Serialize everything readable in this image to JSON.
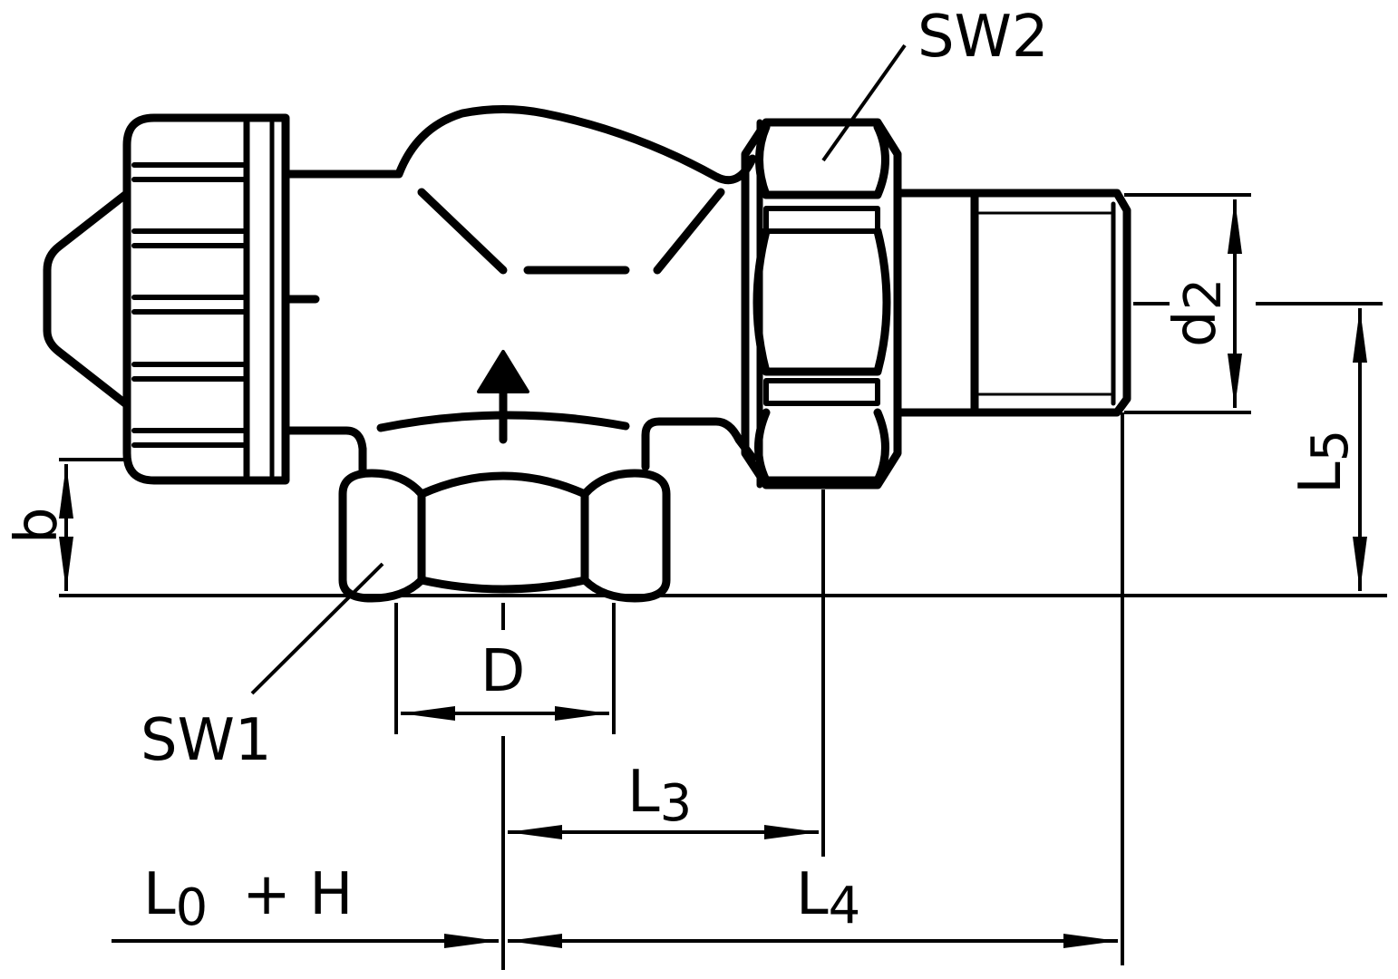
{
  "labels": {
    "sw2": "SW2",
    "sw1": "SW1",
    "d2_letter": "d",
    "d2_sub": "2",
    "l5_letter": "L",
    "l5_sub": "5",
    "b": "b",
    "D": "D",
    "l3_letter": "L",
    "l3_sub": "3",
    "l0h_letter": "L",
    "l0h_sub": "0",
    "l0h_rest": "+  H",
    "l4_letter": "L",
    "l4_sub": "4"
  },
  "colors": {
    "ink": "#000000",
    "paper": "#ffffff"
  }
}
